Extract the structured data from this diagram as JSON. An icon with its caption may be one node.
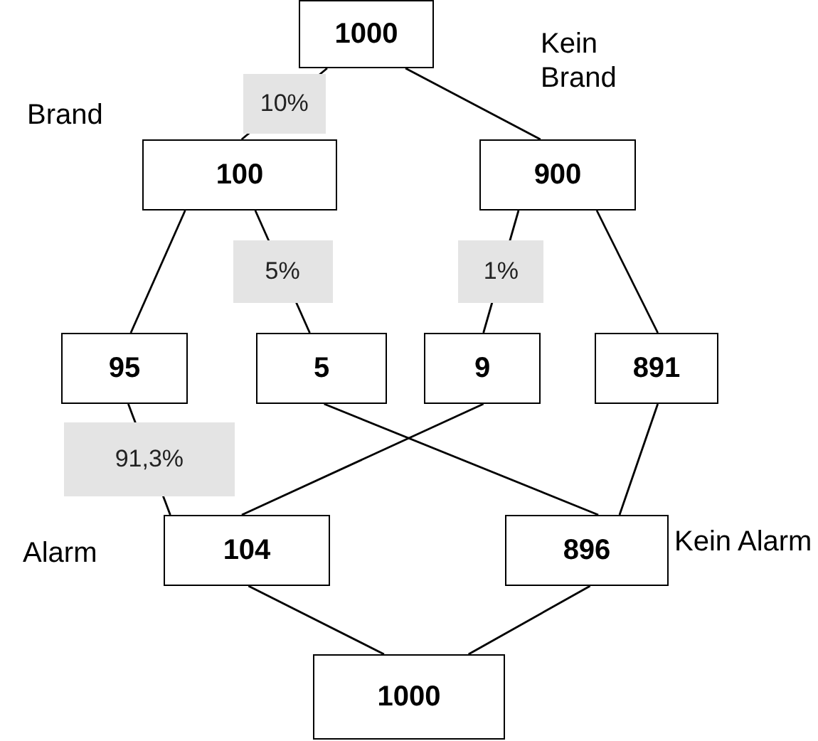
{
  "diagram": {
    "nodes": [
      {
        "text": [
          "1000"
        ]
      },
      {
        "text": [
          "100"
        ],
        "beside": [
          "Brand"
        ]
      },
      {
        "text": [
          "900"
        ],
        "beside": [
          "Kein Brand"
        ]
      },
      {
        "text": [
          "95"
        ]
      },
      {
        "text": [
          "5"
        ]
      },
      {
        "text": [
          "9"
        ]
      },
      {
        "text": [
          "891"
        ]
      },
      {
        "text": [
          "104"
        ],
        "beside": [
          "Alarm"
        ]
      },
      {
        "text": [
          "896"
        ],
        "beside": [
          "Kein Alarm"
        ]
      },
      {
        "text": [
          "1000"
        ]
      }
    ],
    "edges": [
      {
        "from": 0,
        "to": 1,
        "arrow": "none",
        "label": "10%"
      },
      {
        "from": 0,
        "to": 2,
        "arrow": "none"
      },
      {
        "from": 1,
        "to": 3,
        "arrow": "none"
      },
      {
        "from": 1,
        "to": 4,
        "arrow": "none",
        "label": "5%"
      },
      {
        "from": 2,
        "to": 5,
        "arrow": "none",
        "label": "1%"
      },
      {
        "from": 2,
        "to": 6,
        "arrow": "none"
      },
      {
        "from": 3,
        "to": 7,
        "arrow": "none",
        "label": "91,3%"
      },
      {
        "from": 5,
        "to": 7,
        "arrow": "none"
      },
      {
        "from": 4,
        "to": 8,
        "arrow": "none"
      },
      {
        "from": 6,
        "to": 8,
        "arrow": "none"
      },
      {
        "from": 7,
        "to": 9,
        "arrow": "none"
      },
      {
        "from": 8,
        "to": 9,
        "arrow": "none"
      }
    ]
  }
}
